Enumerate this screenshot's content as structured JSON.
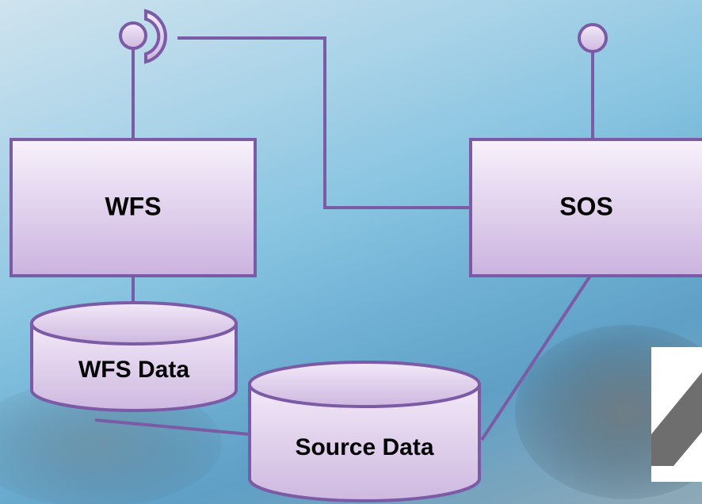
{
  "diagram": {
    "nodes": {
      "wfs": {
        "label": "WFS"
      },
      "sos": {
        "label": "SOS"
      },
      "wfs_data": {
        "label": "WFS Data"
      },
      "source_data": {
        "label": "Source Data"
      }
    },
    "colors": {
      "box_fill_top": "#f6eefa",
      "box_fill_bottom": "#cdb6e0",
      "stroke": "#7b5aa6",
      "text": "#000000",
      "logo_dark": "#6e6e6e",
      "logo_light": "#ffffff"
    },
    "icons": {
      "wfs_interface": "provided-interface-lollipop-icon",
      "wfs_socket": "required-interface-socket-icon",
      "sos_interface": "provided-interface-lollipop-icon",
      "corner_logo": "logo-icon"
    }
  }
}
